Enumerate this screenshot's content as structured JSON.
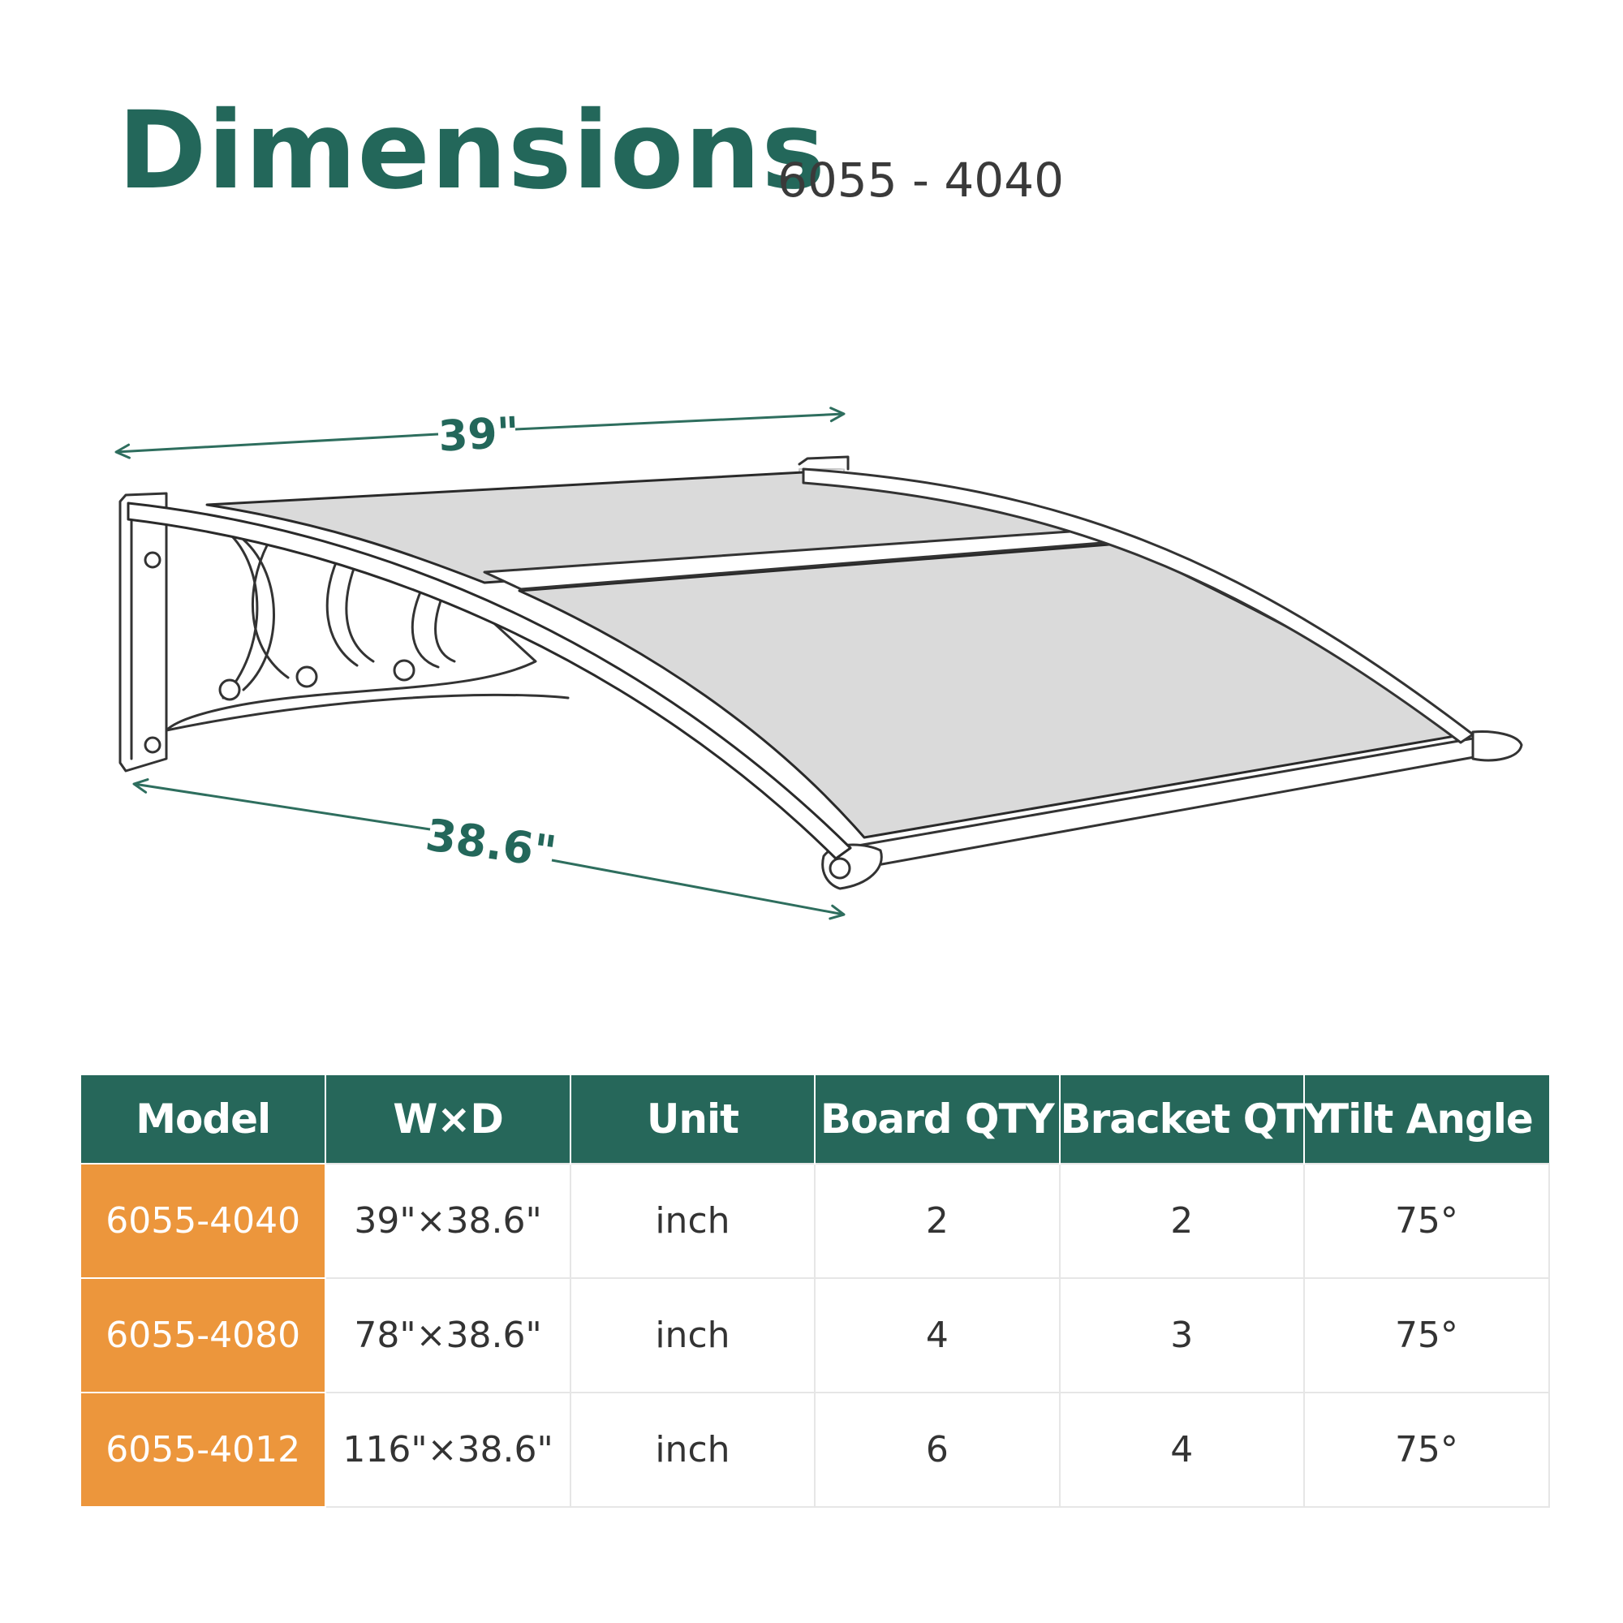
{
  "header": {
    "title": "Dimensions",
    "model_code": "6055 - 4040"
  },
  "diagram": {
    "width_label": "39\"",
    "depth_label": "38.6\""
  },
  "colors": {
    "brand_green": "#26675a",
    "accent_orange": "#ec963c"
  },
  "table": {
    "headers": [
      "Model",
      "W×D",
      "Unit",
      "Board QTY",
      "Bracket QTY",
      "Tilt Angle"
    ],
    "rows": [
      [
        "6055-4040",
        "39\"×38.6\"",
        "inch",
        "2",
        "2",
        "75°"
      ],
      [
        "6055-4080",
        "78\"×38.6\"",
        "inch",
        "4",
        "3",
        "75°"
      ],
      [
        "6055-4012",
        "116\"×38.6\"",
        "inch",
        "6",
        "4",
        "75°"
      ]
    ]
  }
}
